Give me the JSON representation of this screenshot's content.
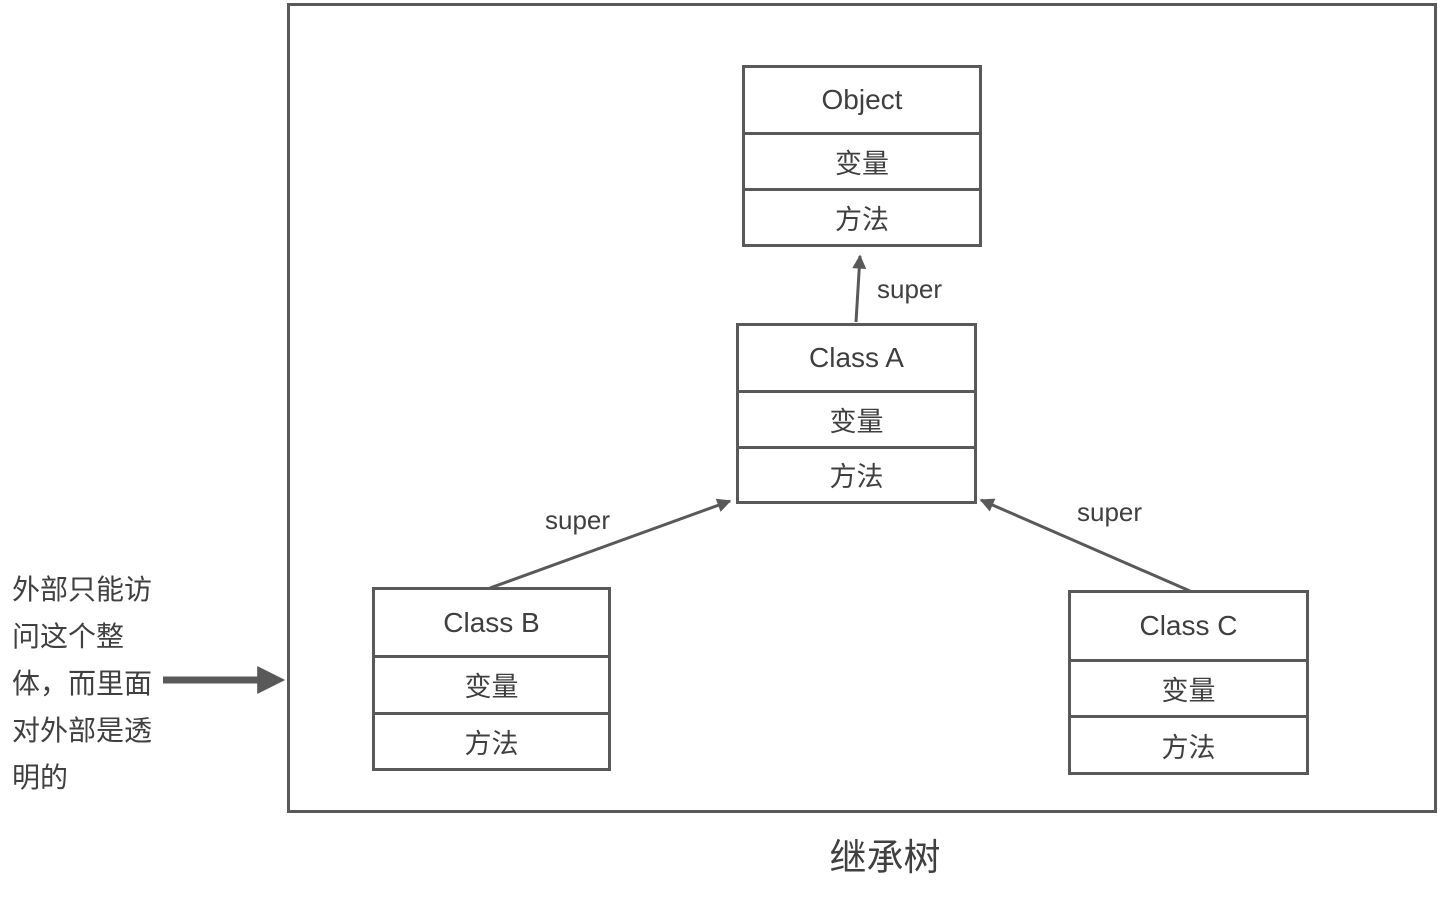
{
  "diagram": {
    "caption": "继承树",
    "annotation": "外部只能访\n问这个整\n体，而里面\n对外部是透\n明的",
    "super_label": "super",
    "classes": [
      {
        "name": "Object",
        "fields": "变量",
        "methods": "方法"
      },
      {
        "name": "Class A",
        "fields": "变量",
        "methods": "方法"
      },
      {
        "name": "Class B",
        "fields": "变量",
        "methods": "方法"
      },
      {
        "name": "Class C",
        "fields": "变量",
        "methods": "方法"
      }
    ],
    "relations": [
      {
        "from": "Class A",
        "to": "Object",
        "label": "super"
      },
      {
        "from": "Class B",
        "to": "Class A",
        "label": "super"
      },
      {
        "from": "Class C",
        "to": "Class A",
        "label": "super"
      }
    ],
    "colors": {
      "line": "#595959",
      "text": "#404040",
      "background": "#ffffff"
    }
  }
}
